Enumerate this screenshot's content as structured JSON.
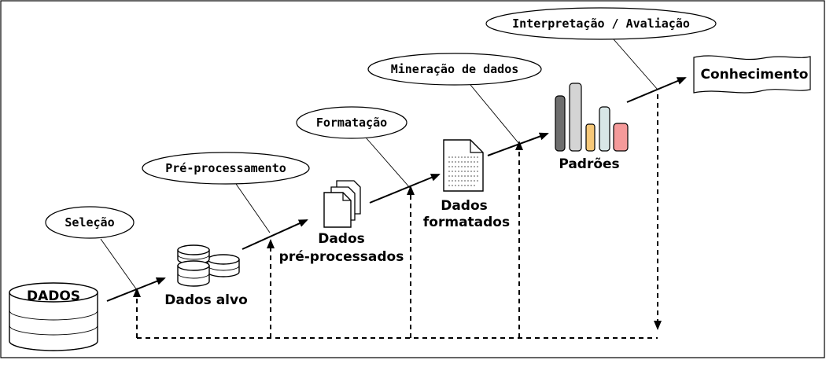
{
  "steps": {
    "selecao": "Seleção",
    "preprocessamento": "Pré-processamento",
    "formatacao": "Formatação",
    "mineracao": "Mineração de dados",
    "interpretacao": "Interpretação / Avaliação"
  },
  "nodes": {
    "dados": "DADOS",
    "dados_alvo": "Dados alvo",
    "dados_pre_line1": "Dados",
    "dados_pre_line2": "pré-processados",
    "dados_form_line1": "Dados",
    "dados_form_line2": "formatados",
    "padroes": "Padrões",
    "conhecimento": "Conhecimento"
  },
  "colors": {
    "bar_dark": "#6e6e6e",
    "bar_light": "#d4d4d4",
    "bar_yellow": "#f7c878",
    "bar_teal": "#d8e6e6",
    "bar_red": "#f59a9a"
  },
  "icons": [
    "database-icon",
    "disk-stack-icon",
    "documents-icon",
    "document-icon",
    "bar-chart-icon",
    "banner-icon"
  ]
}
